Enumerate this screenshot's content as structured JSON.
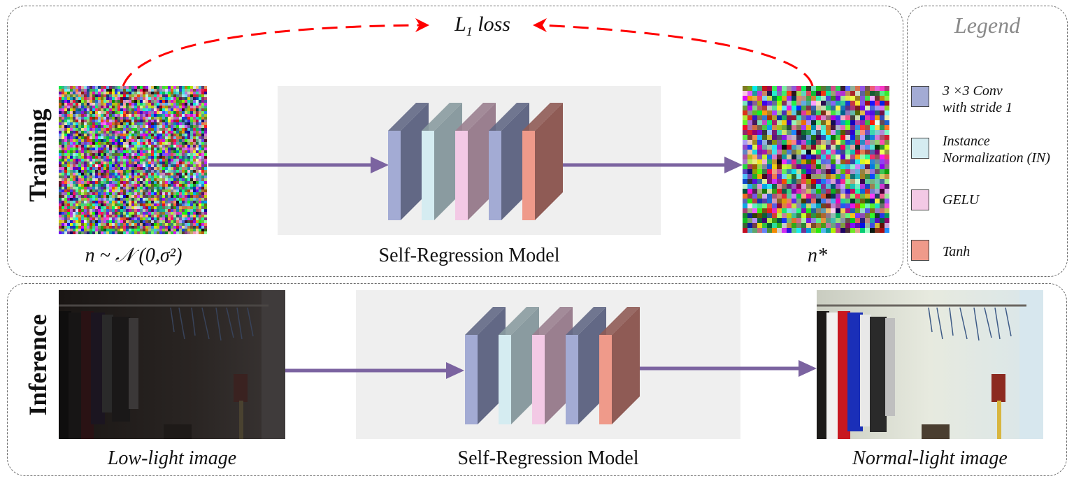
{
  "training": {
    "side_label": "Training",
    "loss_label_main": "L",
    "loss_label_sub": "1",
    "loss_label_rest": " loss",
    "noise_caption": "n ~ 𝒩 (0,σ²)",
    "model_caption": "Self-Regression Model",
    "output_caption": "n*"
  },
  "inference": {
    "side_label": "Inference",
    "input_caption": "Low-light image",
    "model_caption": "Self-Regression Model",
    "output_caption": "Normal-light image"
  },
  "legend": {
    "title": "Legend",
    "items": [
      {
        "line1": "3 ×3 Conv",
        "line2": "with stride 1",
        "color": "#a3abd4"
      },
      {
        "line1": "Instance",
        "line2": "Normalization (IN)",
        "color": "#d5ecf1"
      },
      {
        "line1": "GELU",
        "line2": "",
        "color": "#f3c9e5"
      },
      {
        "line1": "Tanh",
        "line2": "",
        "color": "#ef9a8a"
      }
    ]
  },
  "colors": {
    "arrow": "#7b63a0",
    "loss_arrow": "#ff0000",
    "conv_front": "#a3abd4",
    "conv_side": "#626885",
    "in_front": "#d5ecf1",
    "in_side": "#8a9ba0",
    "gelu_front": "#f3c9e5",
    "gelu_side": "#9a7f8f",
    "tanh_front": "#ef9a8a",
    "tanh_side": "#8f5b55"
  }
}
